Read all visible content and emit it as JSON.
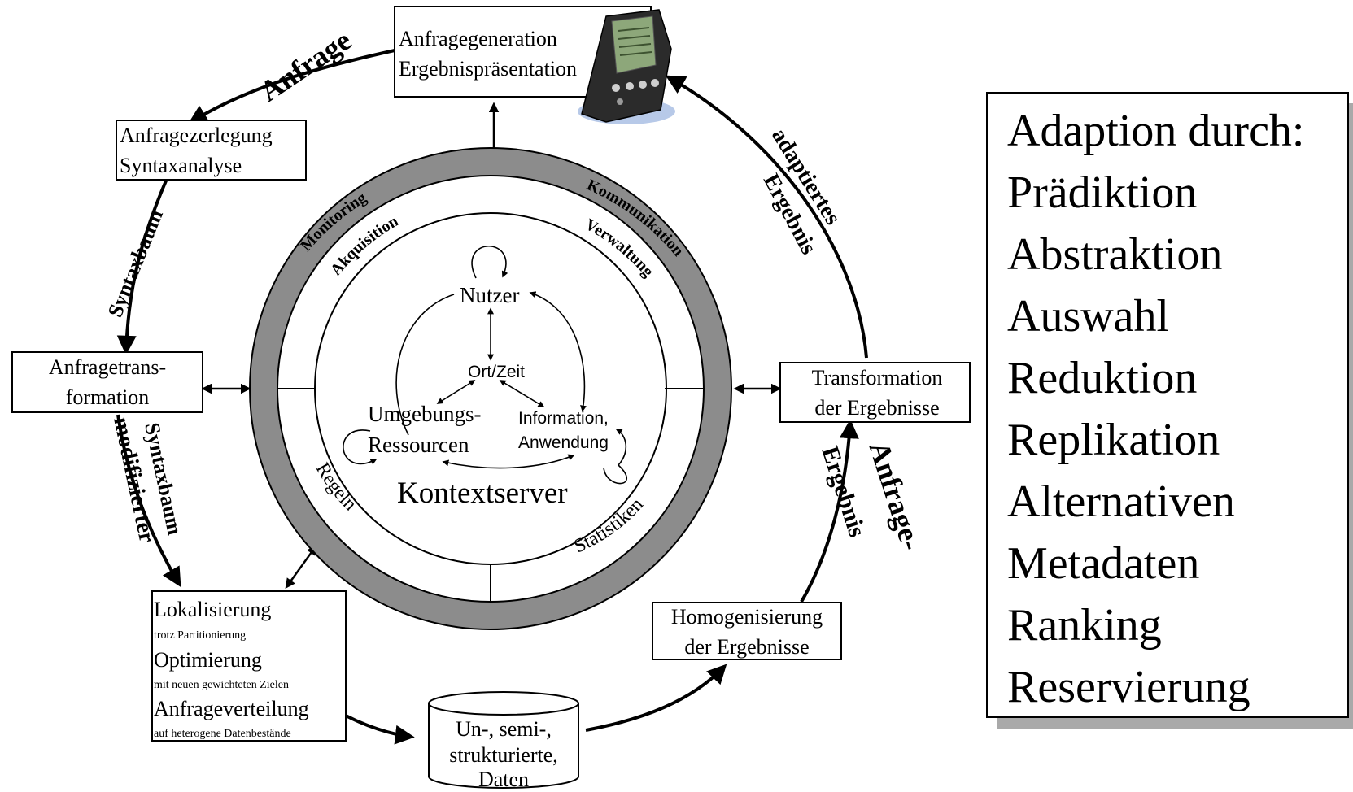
{
  "boxes": {
    "anfragegeneration": [
      "Anfragegeneration",
      "Ergebnispräsentation"
    ],
    "anfragezerlegung": [
      "Anfragezerlegung",
      "Syntaxanalyse"
    ],
    "anfragetransformation": [
      "Anfragetrans-",
      "formation"
    ],
    "lokalisierung": {
      "line1": "Lokalisierung",
      "note1": "trotz Partitionierung",
      "line2": "Optimierung",
      "note2": "mit neuen gewichteten Zielen",
      "line3": "Anfrageverteilung",
      "note3": "auf heterogene Datenbestände"
    },
    "datenbank": [
      "Un-, semi-,",
      "strukturierte,",
      "Daten"
    ],
    "homogenisierung": [
      "Homogenisierung",
      "der Ergebnisse"
    ],
    "transformation": [
      "Transformation",
      "der Ergebnisse"
    ]
  },
  "flow_labels": {
    "anfrage": "Anfrage",
    "syntaxbaum": "Syntaxbaum",
    "modifizierter": "modifizierter",
    "syntaxbaum2": "Syntaxbaum",
    "anfrage_ergebnis_1": "Anfrage-",
    "anfrage_ergebnis_2": "Ergebnis",
    "adaptiertes": "adaptiertes",
    "ergebnis": "Ergebnis"
  },
  "server": {
    "monitoring": "Monitoring",
    "akquisition": "Akquisition",
    "kommunikation": "Kommunikation",
    "verwaltung": "Verwaltung",
    "nutzer": "Nutzer",
    "ort_zeit": "Ort/Zeit",
    "umgebung_1": "Umgebungs-",
    "umgebung_2": "Ressourcen",
    "information_1": "Information,",
    "information_2": "Anwendung",
    "regeln": "Regeln",
    "statistiken": "Statistiken",
    "title": "Kontextserver"
  },
  "adaption": {
    "title": "Adaption durch:",
    "items": [
      "Prädiktion",
      "Abstraktion",
      "Auswahl",
      "Reduktion",
      "Replikation",
      "Alternativen",
      "Metadaten",
      "Ranking",
      "Reservierung"
    ]
  },
  "colors": {
    "ring": "#8c8c8c",
    "shadow": "#a9a9a9"
  }
}
